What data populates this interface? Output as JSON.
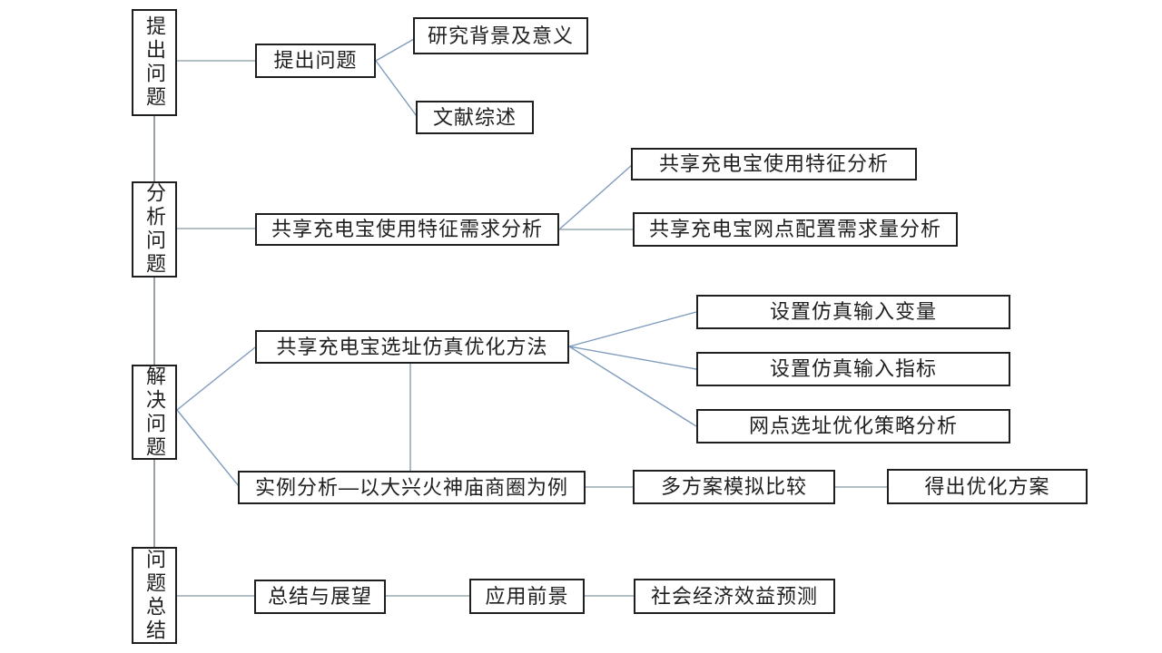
{
  "colors": {
    "background": "#ffffff",
    "box_border": "#1f1f1f",
    "text": "#1f1f1f",
    "connector_straight": "#9aa8b2",
    "connector_spine": "#7c8893",
    "connector_diagonal": "#7f9bbd"
  },
  "spine": [
    {
      "label": "提出问题"
    },
    {
      "label": "分析问题"
    },
    {
      "label": "解决问题"
    },
    {
      "label": "问题总结"
    }
  ],
  "nodes": {
    "raise_question": "提出问题",
    "research_background": "研究背景及意义",
    "literature_review": "文献综述",
    "usage_demand_analysis": "共享充电宝使用特征需求分析",
    "usage_feature_analysis": "共享充电宝使用特征分析",
    "network_config_demand": "共享充电宝网点配置需求量分析",
    "siting_simulation_method": "共享充电宝选址仿真优化方法",
    "sim_input_variables": "设置仿真输入变量",
    "sim_input_indicators": "设置仿真输入指标",
    "siting_strategy_analysis": "网点选址优化策略分析",
    "case_analysis": "实例分析—以大兴火神庙商圈为例",
    "multi_scheme_comparison": "多方案模拟比较",
    "optimized_scheme": "得出优化方案",
    "summary_outlook": "总结与展望",
    "application_prospect": "应用前景",
    "benefit_prediction": "社会经济效益预测"
  }
}
